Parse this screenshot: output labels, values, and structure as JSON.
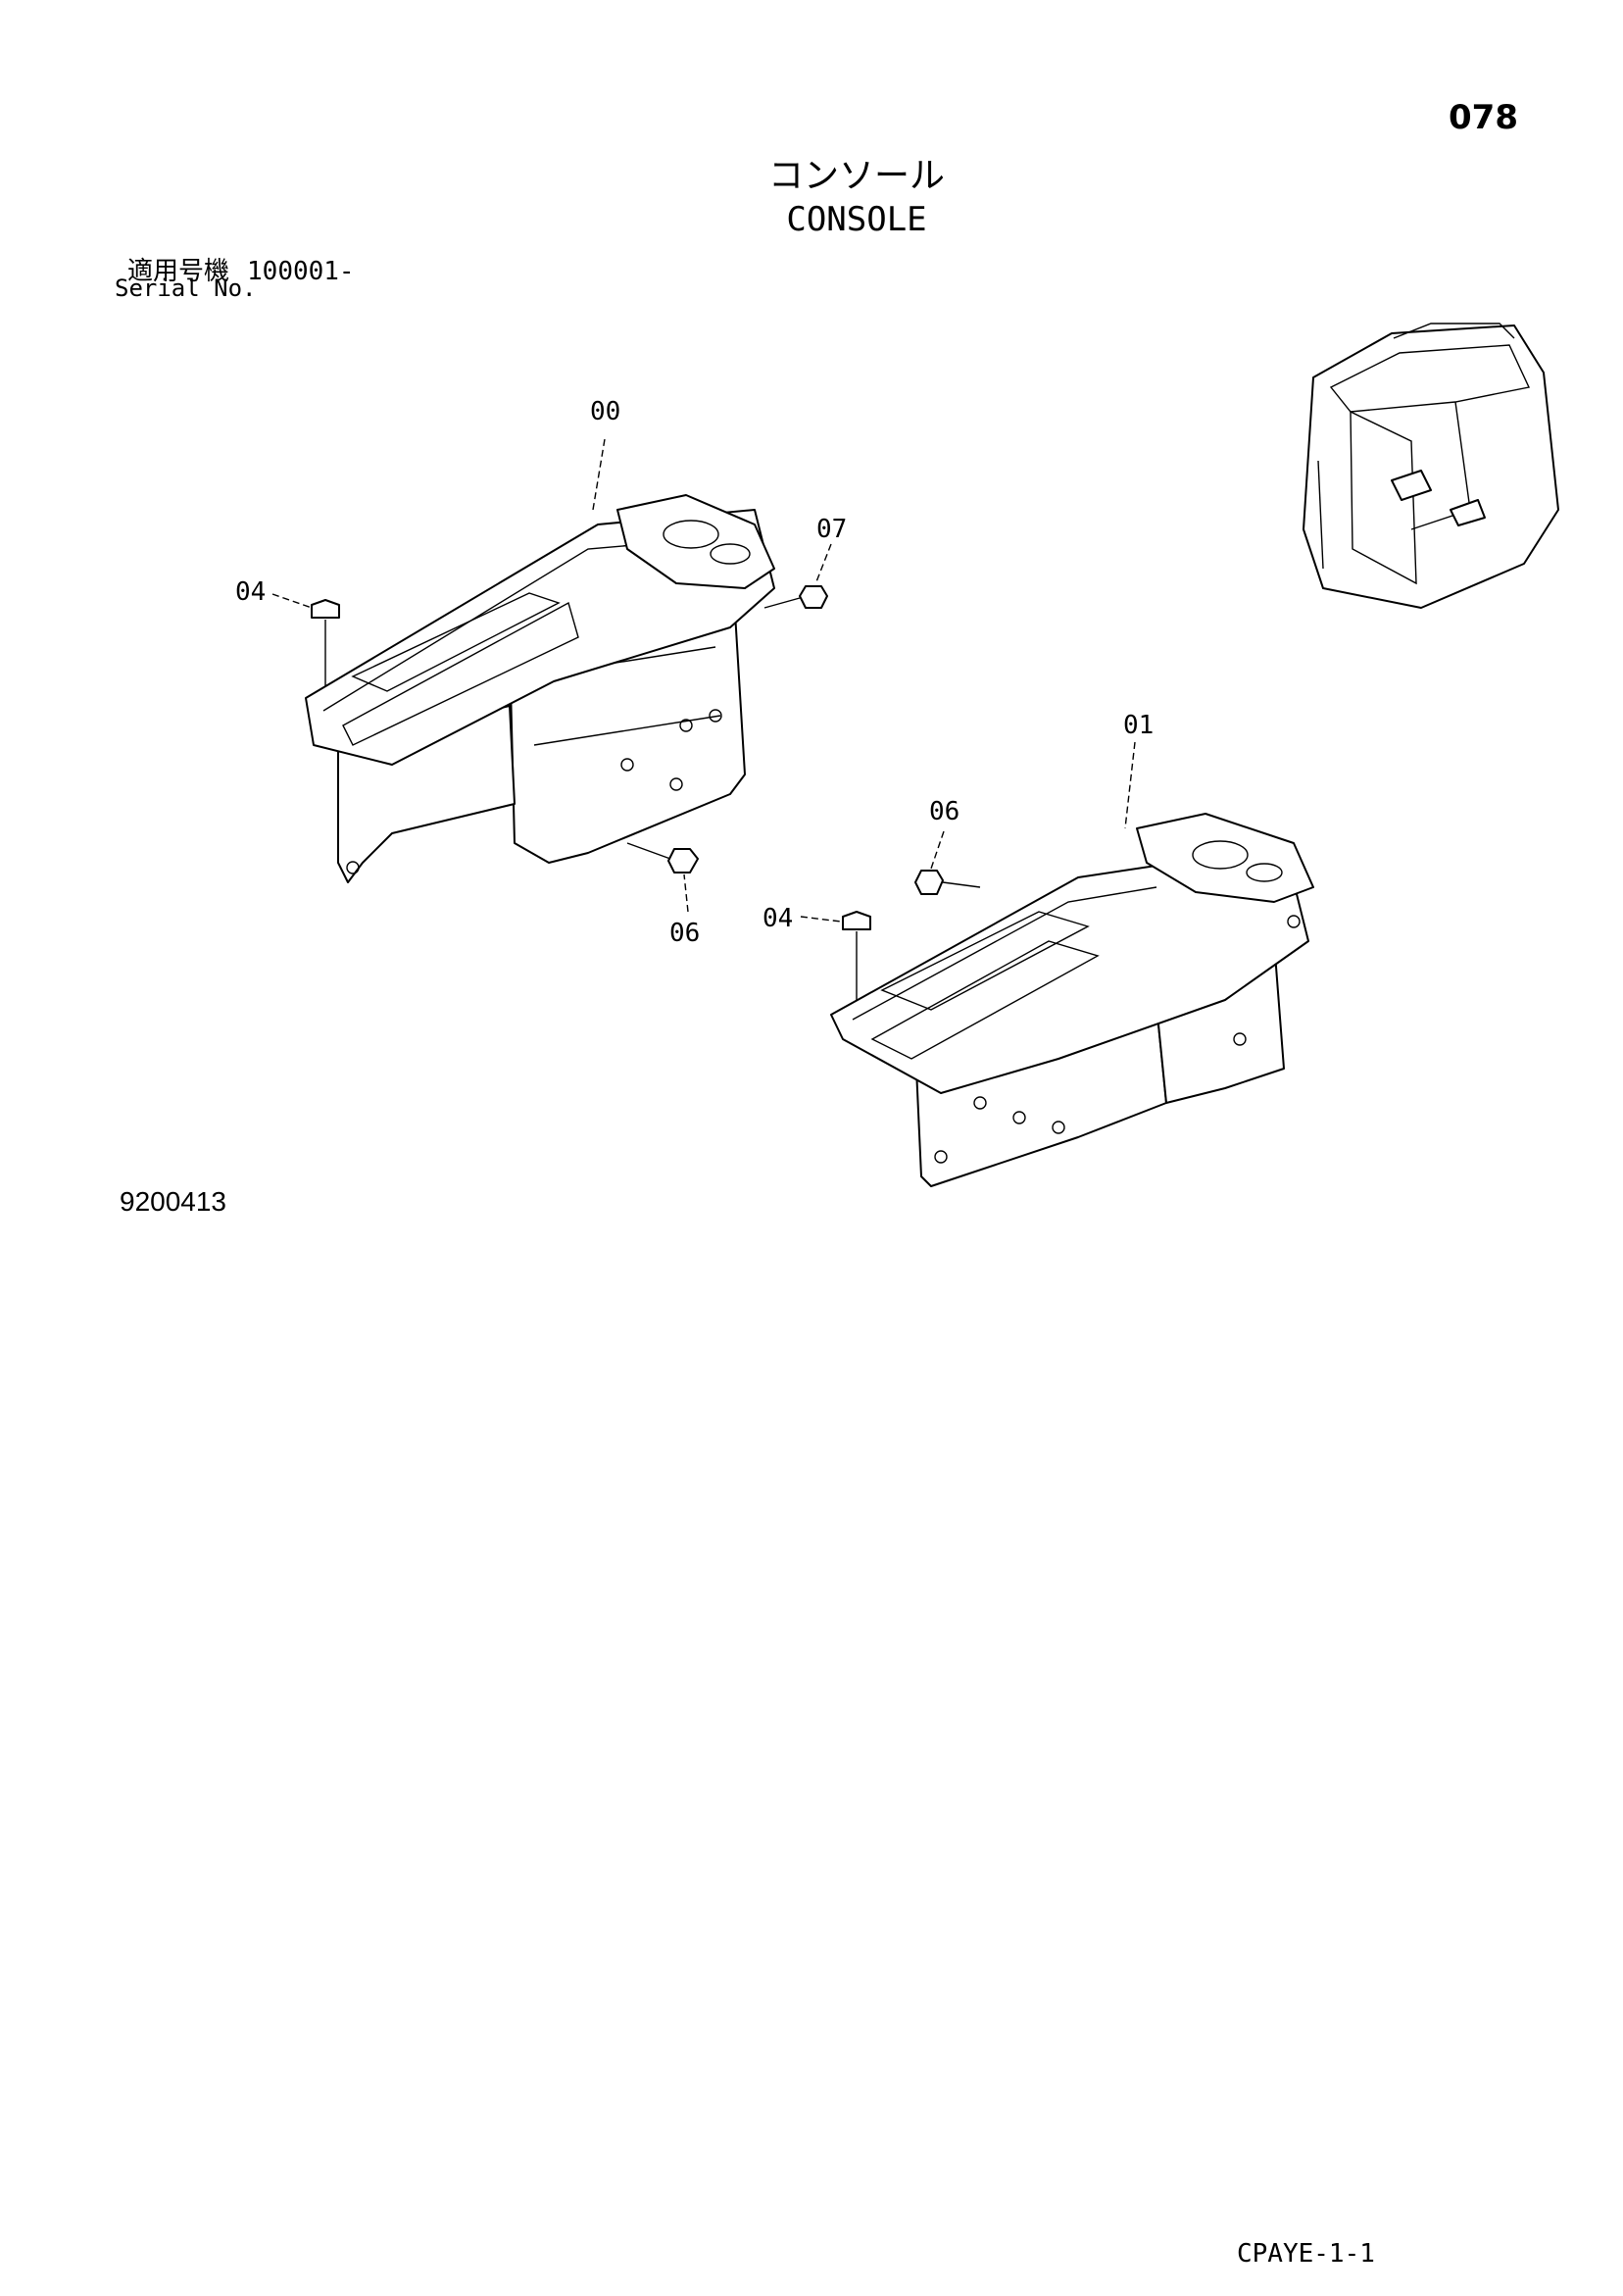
{
  "page_number": "078",
  "title_jp": "コンソール",
  "title_en": "CONSOLE",
  "serial": {
    "label_jp": "適用号機",
    "range": "100001-",
    "label_en": "Serial No."
  },
  "doc_code": "9200413",
  "footer_code": "CPAYE-1-1",
  "callouts": {
    "left_console": "00",
    "left_cap": "04",
    "left_bolt_top": "07",
    "left_bolt_bottom": "06",
    "right_console": "01",
    "right_bolt": "06",
    "right_cap": "04"
  }
}
